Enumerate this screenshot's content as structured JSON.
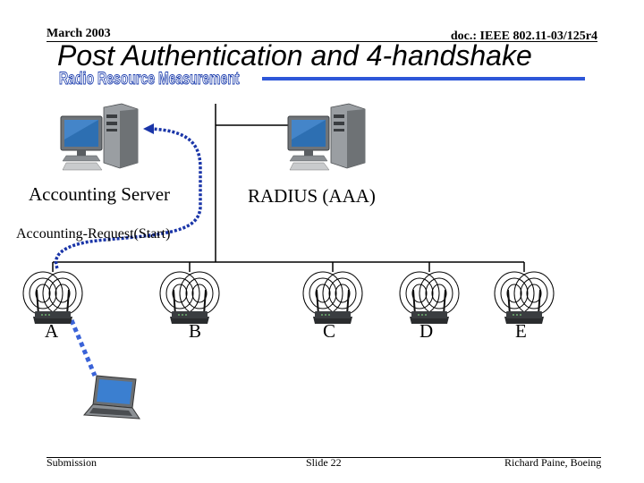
{
  "header": {
    "date": "March 2003",
    "doc": "doc.: IEEE 802.11-03/125r4"
  },
  "title": "Post Authentication and 4-handshake",
  "banner": "Radio Resource Measurement",
  "nodes": {
    "accounting_server": "Accounting Server",
    "radius": "RADIUS (AAA)"
  },
  "message": "Accounting-Request(Start)",
  "access_points": [
    "A",
    "B",
    "C",
    "D",
    "E"
  ],
  "footer": {
    "left": "Submission",
    "center": "Slide 22",
    "right": "Richard Paine, Boeing"
  },
  "colors": {
    "line": "#000000",
    "dotted_link": "#1a35a8",
    "title_rule": "#2d56d8"
  },
  "icons": [
    "desktop-computer-icon",
    "wireless-access-point-icon",
    "laptop-icon"
  ]
}
